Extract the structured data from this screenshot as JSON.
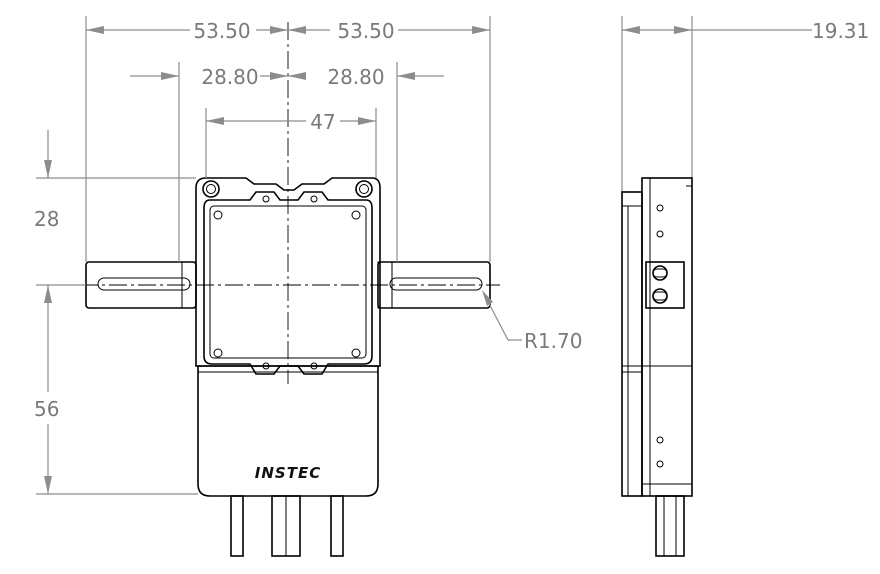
{
  "drawing": {
    "brand_logo": "INSTEC",
    "dimensions": {
      "top_left_half": "53.50",
      "top_right_half": "53.50",
      "mid_left_half": "28.80",
      "mid_right_half": "28.80",
      "inner_width": "47",
      "side_depth": "19.31",
      "upper_height": "28",
      "lower_height": "56",
      "slot_radius": "R1.70"
    }
  }
}
